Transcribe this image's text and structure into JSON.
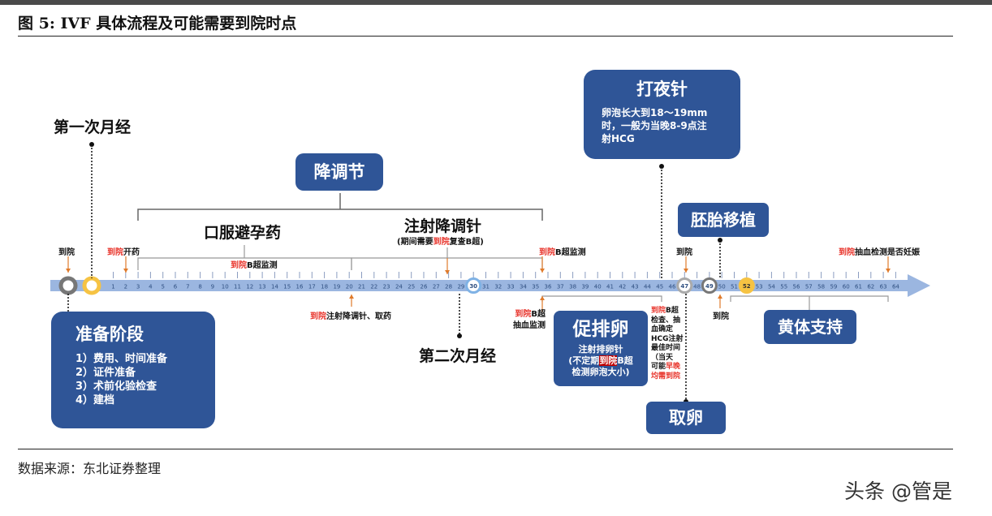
{
  "figure_title": "图 5:  IVF 具体流程及可能需要到院时点",
  "source": "数据来源：东北证券整理",
  "watermark": "头条 @管是",
  "timeline": {
    "tick_days": [
      1,
      2,
      3,
      4,
      5,
      6,
      7,
      8,
      9,
      10,
      11,
      12,
      13,
      14,
      15,
      16,
      17,
      18,
      19,
      20,
      21,
      22,
      23,
      24,
      25,
      26,
      27,
      28,
      29,
      30,
      31,
      32,
      33,
      34,
      35,
      36,
      37,
      38,
      39,
      40,
      41,
      42,
      43,
      44,
      45,
      46,
      47,
      48,
      49,
      50,
      51,
      52,
      53,
      54,
      55,
      56,
      57,
      58,
      59,
      60,
      61,
      62,
      63,
      64
    ],
    "key_days": [
      30,
      47,
      49,
      52
    ]
  },
  "colors": {
    "box": "#2f5597",
    "visit": "#e8332a",
    "arrow": "#9bb6e0",
    "gold": "#f6c343",
    "gray": "#888888"
  },
  "labels": {
    "first_period": "第一次月经",
    "second_period": "第二次月经",
    "oral": "口服避孕药",
    "inject": "注射降调针",
    "inject_sub_pre": "(期间需要",
    "inject_sub_visit": "到院",
    "inject_sub_post": "复查B超)",
    "implant": "胚胎移植"
  },
  "visits": {
    "v1": "到院",
    "v2_visit": "到院",
    "v2_text": "开药",
    "v3_visit": "到院",
    "v3_text": "B超监测",
    "v4_visit": "到院",
    "v4_text": "注射降调针、取药",
    "v5_visit": "到院",
    "v5_text": "B超监测",
    "v6_visit": "到院",
    "v6_text1": "B超",
    "v6_text2": "抽血监测",
    "v7": "到院",
    "v8_visit": "到院",
    "v8_text": "抽血检测是否妊娠",
    "v9": "到院"
  },
  "boxes": {
    "prep": {
      "title": "准备阶段",
      "items": [
        "1）费用、时间准备",
        "2）证件准备",
        "3）术前化验检查",
        "4）建档"
      ]
    },
    "downreg": {
      "title": "降调节"
    },
    "trigger": {
      "title": "打夜针",
      "body": [
        "卵泡长大到18～19mm",
        "时，一般为当晚8-9点注",
        "射HCG"
      ]
    },
    "stim": {
      "title": "促排卵",
      "line1": "注射排卵针",
      "line2_pre": "(不定期",
      "line2_visit": "到院",
      "line2_post": "B超",
      "line3": "检测卵泡大小)"
    },
    "retrieval": {
      "title": "取卵"
    },
    "luteal": {
      "title": "黄体支持"
    }
  },
  "retrieval_note": {
    "visit": "到院",
    "lines": [
      "B超",
      "检查、抽",
      "血确定",
      "HCG注射",
      "最佳时间",
      "（当天",
      "可能"
    ],
    "red_tail": "早晚",
    "red_last": "均需到院"
  }
}
